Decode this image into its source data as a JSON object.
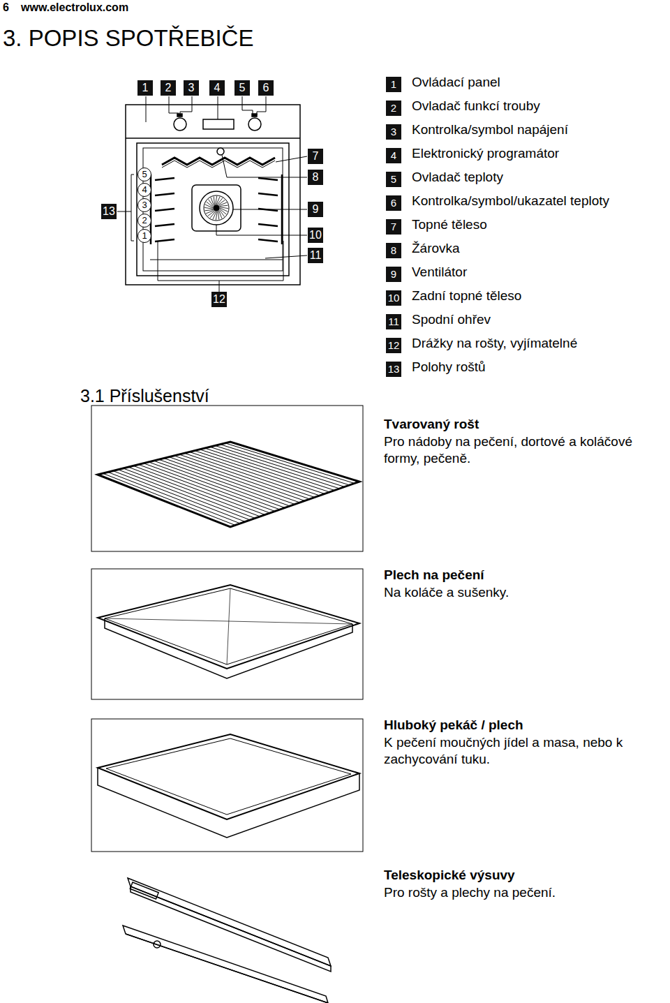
{
  "diagram": {
    "title": "3. POPIS SPOTŘEBIČE",
    "labels": [
      "6",
      "www.electrolux.com",
      "1",
      "2",
      "3",
      "4",
      "5",
      "6",
      "7",
      "8",
      "9",
      "10",
      "11",
      "12",
      "13",
      "5",
      "4",
      "3",
      "2",
      "1",
      "1",
      "Ovládací panel",
      "2",
      "Ovladač funkcí trouby",
      "3",
      "Kontrolka/symbol napájení",
      "4",
      "Elektronický programátor",
      "5",
      "Ovladač teploty",
      "6",
      "Kontrolka/symbol/ukazatel teploty",
      "7",
      "Topné těleso",
      "8",
      "Žárovka",
      "9",
      "Ventilátor",
      "10",
      "Zadní topné těleso",
      "11",
      "Spodní ohřev",
      "12",
      "Drážky na rošty, vyjímatelné",
      "13",
      "Polohy roštů",
      "3.1 Příslušenství",
      "Tvarovaný rošt",
      "Pro nádoby na pečení, dortové a koláčové formy, pečeně.",
      "Plech na pečení",
      "Na koláče a sušenky.",
      "Hluboký pekáč / plech",
      "K pečení moučných jídel a masa, nebo k zachycování tuku.",
      "Teleskopické výsuvy",
      "Pro rošty a plechy na pečení."
    ]
  }
}
